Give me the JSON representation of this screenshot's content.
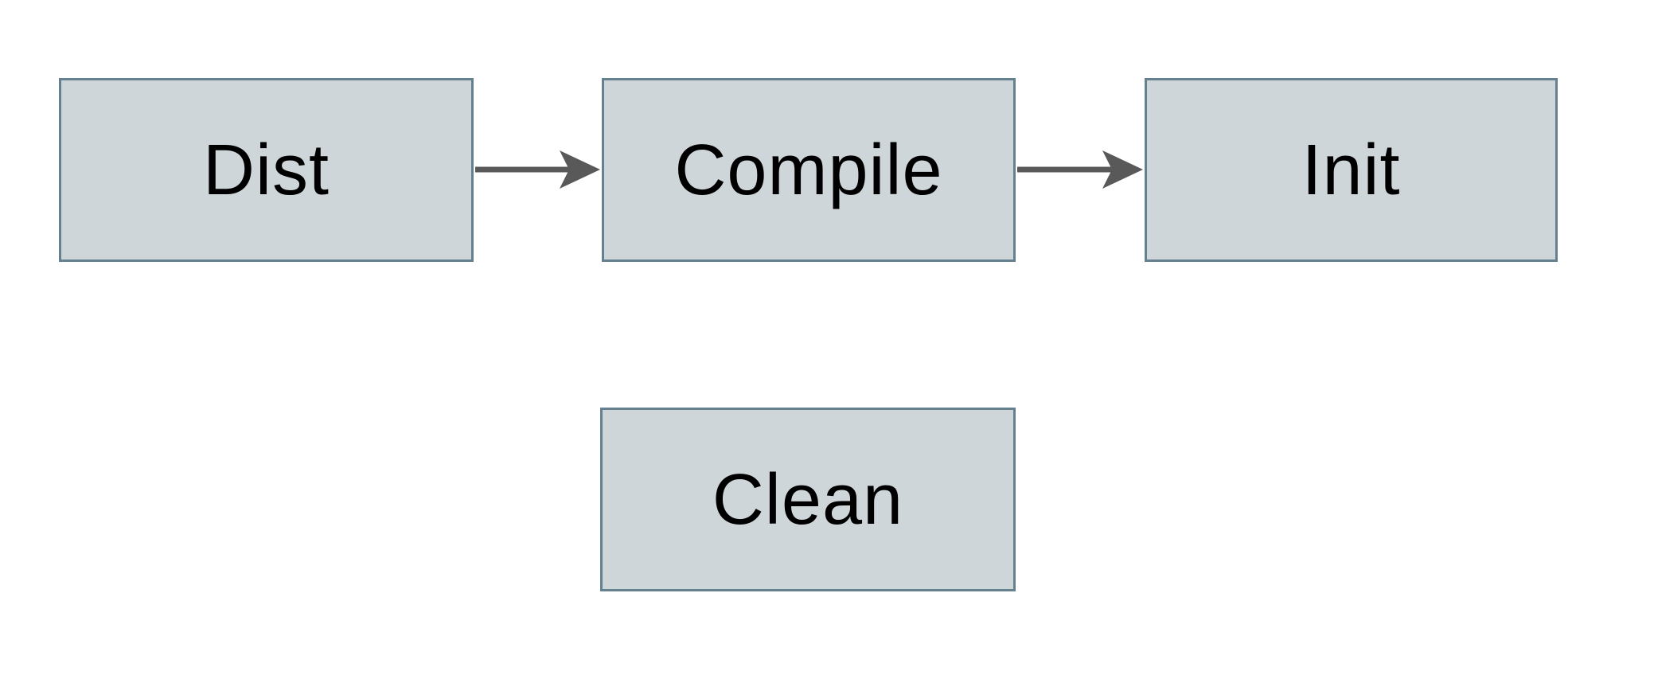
{
  "diagram": {
    "nodes": [
      {
        "id": "dist",
        "label": "Dist"
      },
      {
        "id": "compile",
        "label": "Compile"
      },
      {
        "id": "init",
        "label": "Init"
      },
      {
        "id": "clean",
        "label": "Clean"
      }
    ],
    "edges": [
      {
        "from": "Dist",
        "to": "Compile"
      },
      {
        "from": "Compile",
        "to": "Init"
      }
    ],
    "colors": {
      "node_fill": "#cfd6d9",
      "node_border": "#65808e",
      "arrow": "#595959",
      "label_text": "#000000",
      "background": "#ffffff"
    }
  }
}
